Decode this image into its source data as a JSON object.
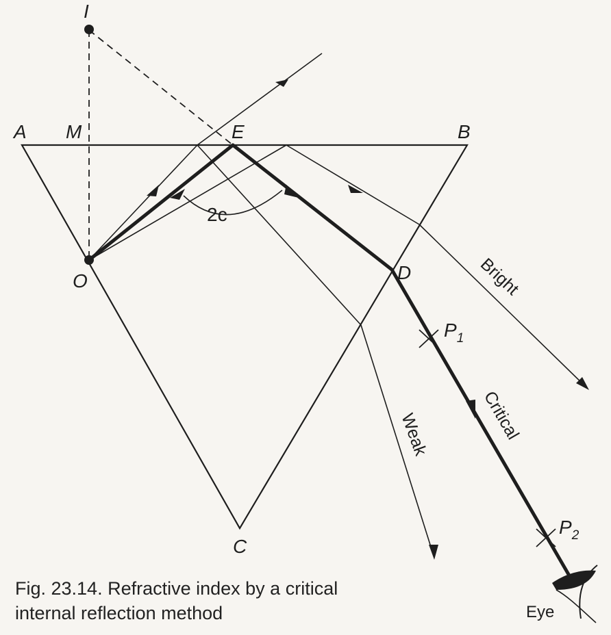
{
  "labels": {
    "I": "I",
    "A": "A",
    "M": "M",
    "E": "E",
    "B": "B",
    "O": "O",
    "D": "D",
    "C": "C",
    "two_c": "2c",
    "P1": "P",
    "P1_sub": "1",
    "P2": "P",
    "P2_sub": "2"
  },
  "rays": {
    "bright": "Bright",
    "critical": "Critical",
    "weak": "Weak"
  },
  "eye_label": "Eye",
  "caption": {
    "line1": "Fig. 23.14. Refractive index by a critical",
    "line2": "internal reflection method"
  },
  "colors": {
    "ink": "#1e1e1e",
    "paper": "#f7f5f1"
  }
}
